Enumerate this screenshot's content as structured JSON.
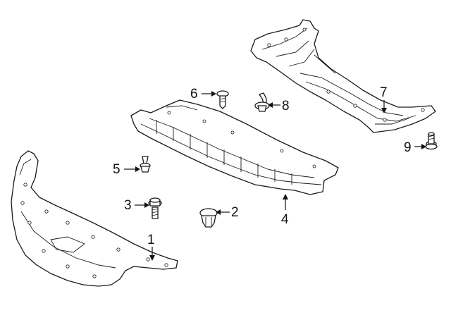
{
  "parts": [
    {
      "id": "p1",
      "label": "1",
      "shape": "front-lower-deflector"
    },
    {
      "id": "p2",
      "label": "2",
      "shape": "push-clip"
    },
    {
      "id": "p3",
      "label": "3",
      "shape": "flange-bolt"
    },
    {
      "id": "p4",
      "label": "4",
      "shape": "lower-splash-shield"
    },
    {
      "id": "p5",
      "label": "5",
      "shape": "pin-clip"
    },
    {
      "id": "p6",
      "label": "6",
      "shape": "screw"
    },
    {
      "id": "p7",
      "label": "7",
      "shape": "radiator-support-shield"
    },
    {
      "id": "p8",
      "label": "8",
      "shape": "retainer-clip"
    },
    {
      "id": "p9",
      "label": "9",
      "shape": "bolt"
    }
  ],
  "line_color": "#1a1a1a",
  "background": "#ffffff"
}
